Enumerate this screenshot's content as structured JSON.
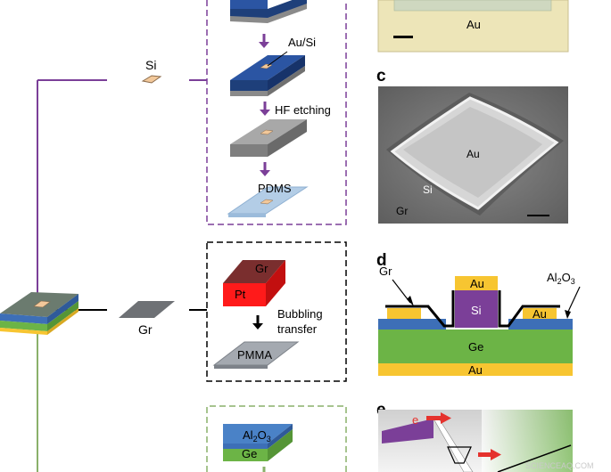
{
  "panels": {
    "b_label_au": "Au",
    "c_letter": "c",
    "c_labels": {
      "au": "Au",
      "si": "Si",
      "gr": "Gr"
    },
    "d_letter": "d",
    "d_labels": {
      "au_top": "Au",
      "si": "Si",
      "au_right": "Au",
      "ge": "Ge",
      "au_bottom": "Au",
      "gr": "Gr",
      "al2o3_main": "Al",
      "al2o3_sub1": "2",
      "al2o3_mid": "O",
      "al2o3_sub2": "3"
    },
    "e_letter": "e",
    "e_labels": {
      "electron": "e"
    }
  },
  "left_flow": {
    "si_label": "Si",
    "gr_label": "Gr"
  },
  "si_process": {
    "step_au_si": "Au/Si",
    "step_hf": "HF etching",
    "step_pdms": "PDMS"
  },
  "gr_process": {
    "gr_box_label": "Gr",
    "pt_label": "Pt",
    "transfer_line1": "Bubbling",
    "transfer_line2": "transfer",
    "pmma_label": "PMMA"
  },
  "ge_process": {
    "al_main": "Al",
    "al_sub1": "2",
    "al_mid": "O",
    "al_sub2": "3",
    "ge_label": "Ge"
  },
  "watermark": "SCIENCEAQ.COM",
  "colors": {
    "purple": "#7b3f98",
    "green": "#8ab06a",
    "gold": "#f7c531",
    "blue_layer": "#3d6fb7",
    "ge_green": "#6cb446",
    "red": "#e5322d"
  }
}
